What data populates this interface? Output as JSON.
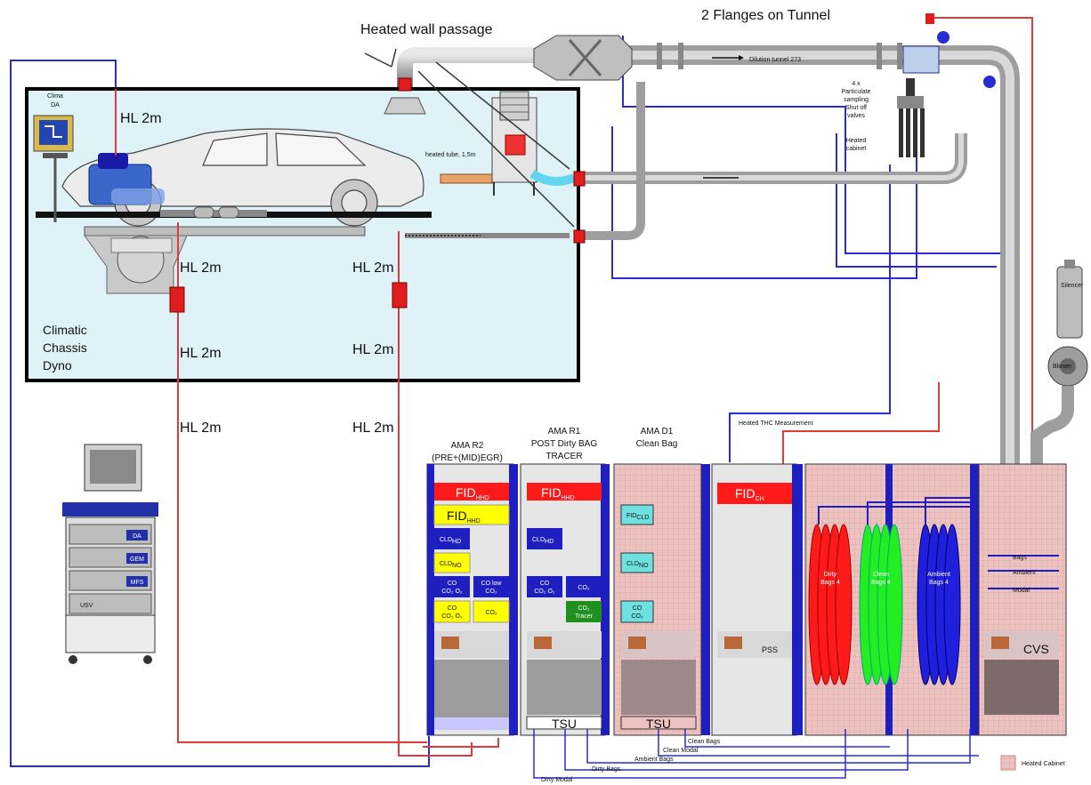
{
  "labels": {
    "heated_wall_passage": "Heated wall passage",
    "flanges_on_tunnel": "2 Flanges on Tunnel",
    "dilution_tunnel": "Dilution tunnel 273",
    "particulate_sampling": [
      "4 x",
      "Particulate",
      "sampling",
      "Shut off",
      "valves"
    ],
    "heated_cabinet_top": [
      "Heated",
      "cabinet"
    ],
    "clima_da": [
      "Clima",
      "DA"
    ],
    "heated_tube": "heated tube, 1,5m",
    "climatic_chassis_dyno": [
      "Climatic",
      "Chassis",
      "Dyno"
    ],
    "hl_2m": "HL 2m",
    "heated_thc": "Heated THC Measurement",
    "silencer": "Silencer",
    "blower": "Blower",
    "bags": "Bags",
    "ambient": "Ambient",
    "modal": "Modal",
    "legend_heated_cabinet": "Heated Cabinet"
  },
  "cabinets": {
    "r2": {
      "title": [
        "AMA R2",
        "(PRE+(MID)EGR)"
      ],
      "fid": "FID",
      "fid_sub": "HHD",
      "fid2": "FID",
      "fid2_sub": "HHD",
      "clo1": "CLD",
      "clo1_sub": "HD",
      "clo2": "CLD",
      "clo2_sub": "NO",
      "co1": [
        "CO",
        "CO₂ O₂"
      ],
      "co2": [
        "CO low",
        "CO₂"
      ],
      "co3": [
        "CO",
        "CO₂ O₂"
      ],
      "co4": "CO₂"
    },
    "r1": {
      "title": [
        "AMA R1",
        "POST Dirty BAG",
        "TRACER"
      ],
      "fid": "FID",
      "fid_sub": "HHD",
      "clo": "CLD",
      "clo_sub": "HD",
      "co1": [
        "CO",
        "CO₂ O₂"
      ],
      "co2": "CO₂",
      "co3": [
        "CO₂",
        "Tracer"
      ],
      "tsu": "TSU"
    },
    "d1": {
      "title": [
        "AMA D1",
        "Clean Bag"
      ],
      "fid": "FID",
      "fid_sub": "CLD",
      "clo": "CLD",
      "clo_sub": "NO",
      "co": [
        "CO",
        "CO₂"
      ],
      "tsu": "TSU"
    },
    "pss": {
      "fid": "FID",
      "fid_sub": "CH",
      "label": "PSS"
    },
    "bags": {
      "dirty": [
        "Dirty",
        "Bags 4"
      ],
      "clean": [
        "Clean",
        "Bags 4"
      ],
      "ambient": [
        "Ambient",
        "Bags 4"
      ]
    },
    "cvs": {
      "label": "CVS"
    }
  },
  "computer": {
    "da": "DA",
    "gem": "GEM",
    "mfs": "MFS",
    "usv": "USV"
  },
  "bottom_lines": [
    "Clean Bags",
    "Clean Modal",
    "Ambient Bags",
    "Dirty Bags",
    "Dirty Modal"
  ],
  "colors": {
    "pipe": "#b9b9b9",
    "blue_line": "#2b2bd6",
    "red_line": "#e03a3a",
    "fid_red": "#ff1a1a",
    "fid_yellow": "#ffff00",
    "dyno_bg": "#dff2f7",
    "cabinet_pink": "#ecc3c0",
    "rack_blue": "#1f1fbf"
  }
}
